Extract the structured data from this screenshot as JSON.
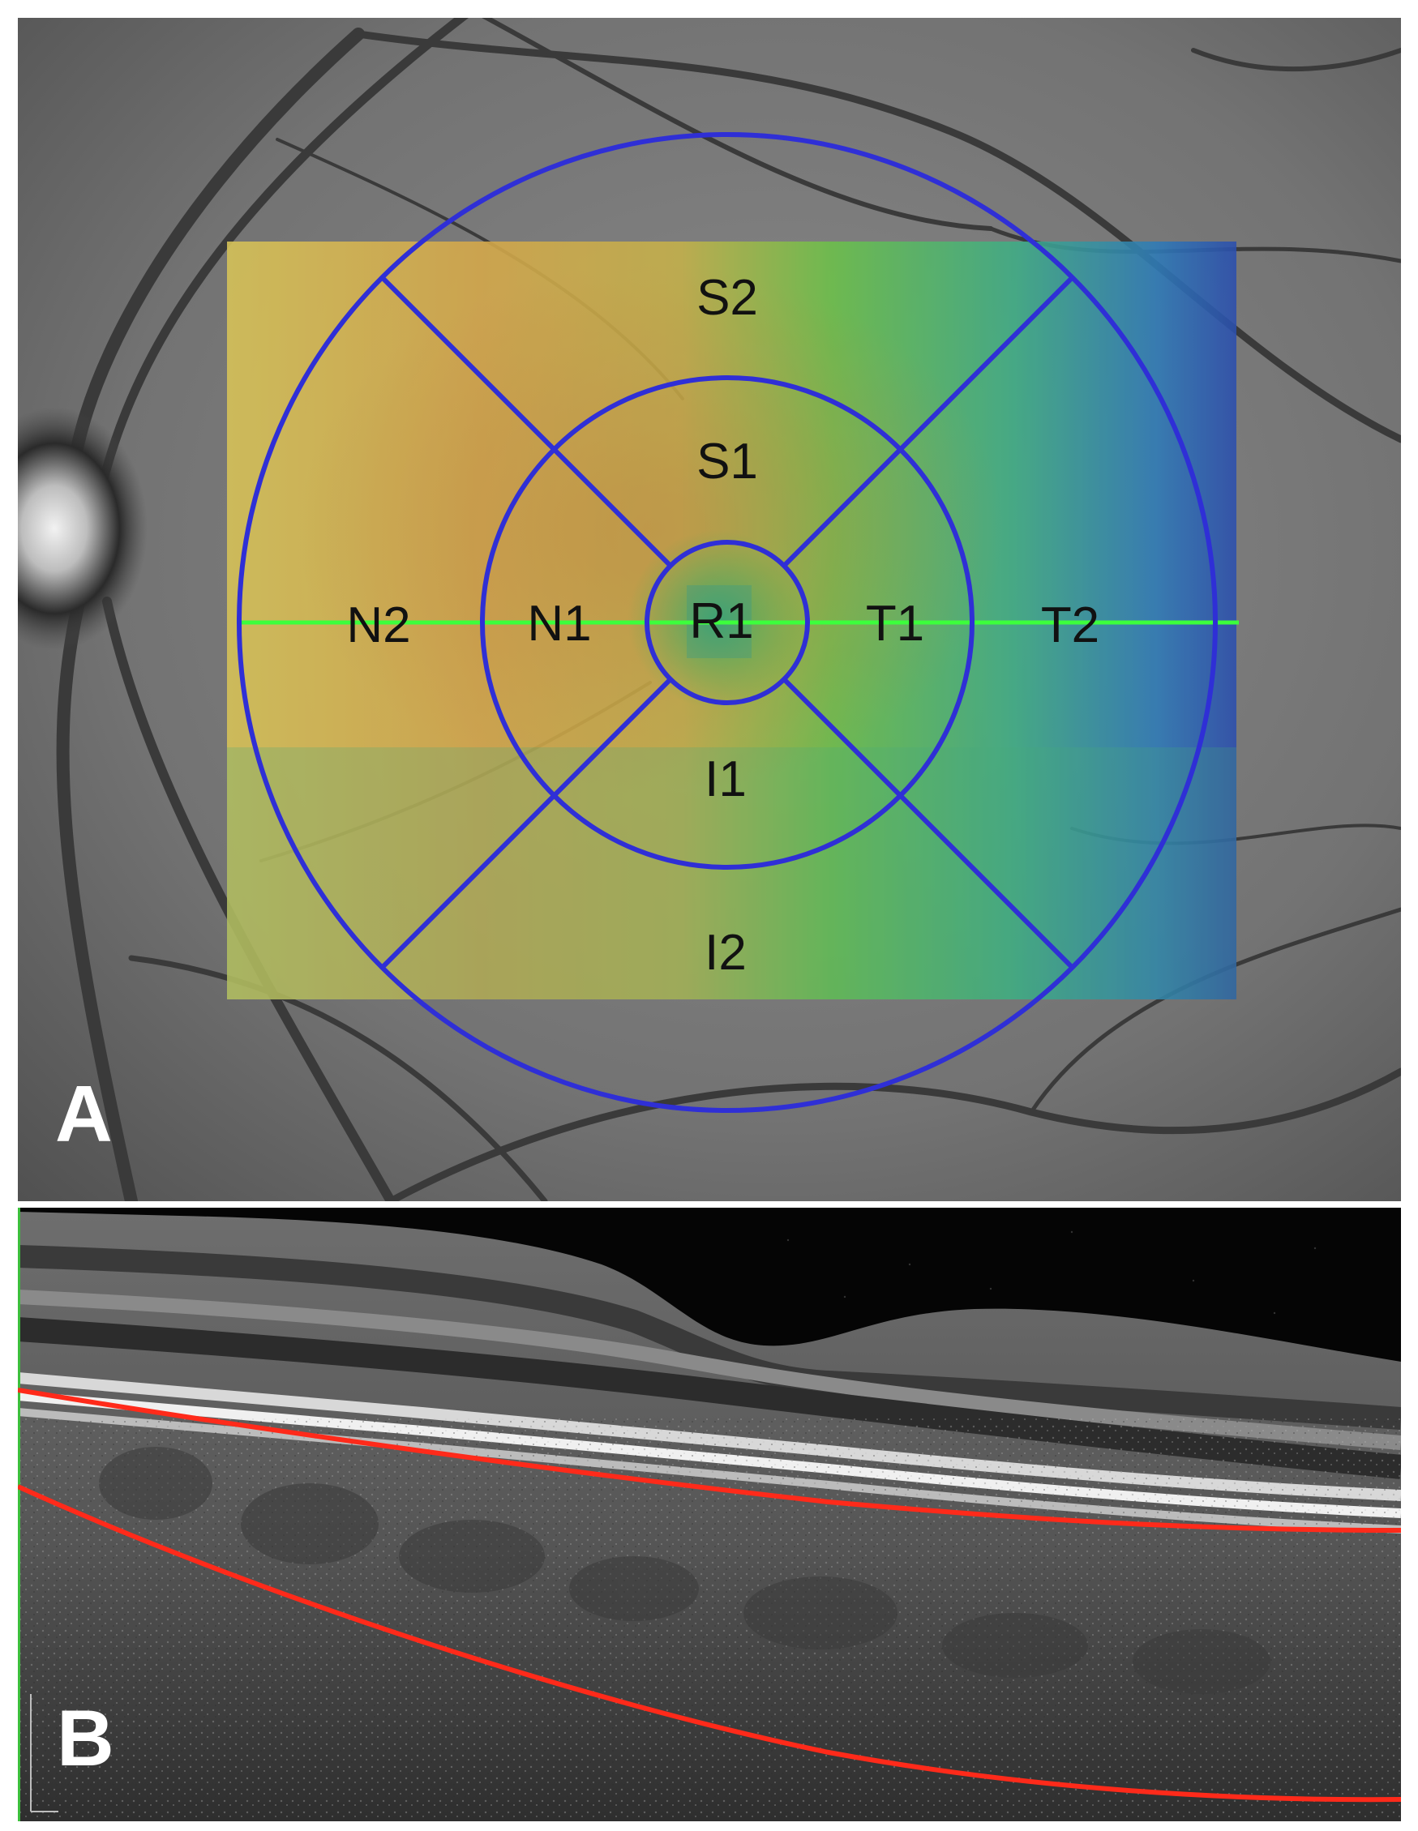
{
  "panel_a": {
    "letter": "A",
    "sectors": {
      "center": "R1",
      "inner_superior": "S1",
      "inner_inferior": "I1",
      "inner_nasal": "N1",
      "inner_temporal": "T1",
      "outer_superior": "S2",
      "outer_inferior": "I2",
      "outer_nasal": "N2",
      "outer_temporal": "T2"
    },
    "colors": {
      "grid_lines": "#2f2fd6",
      "scan_line": "#3cff3c",
      "thickness_map_high": "#d9a43a",
      "thickness_map_mid": "#5dc04a",
      "thickness_map_low": "#2d52b8"
    }
  },
  "panel_b": {
    "letter": "B",
    "colors": {
      "segmentation_lines": "#ff2a1a"
    }
  }
}
